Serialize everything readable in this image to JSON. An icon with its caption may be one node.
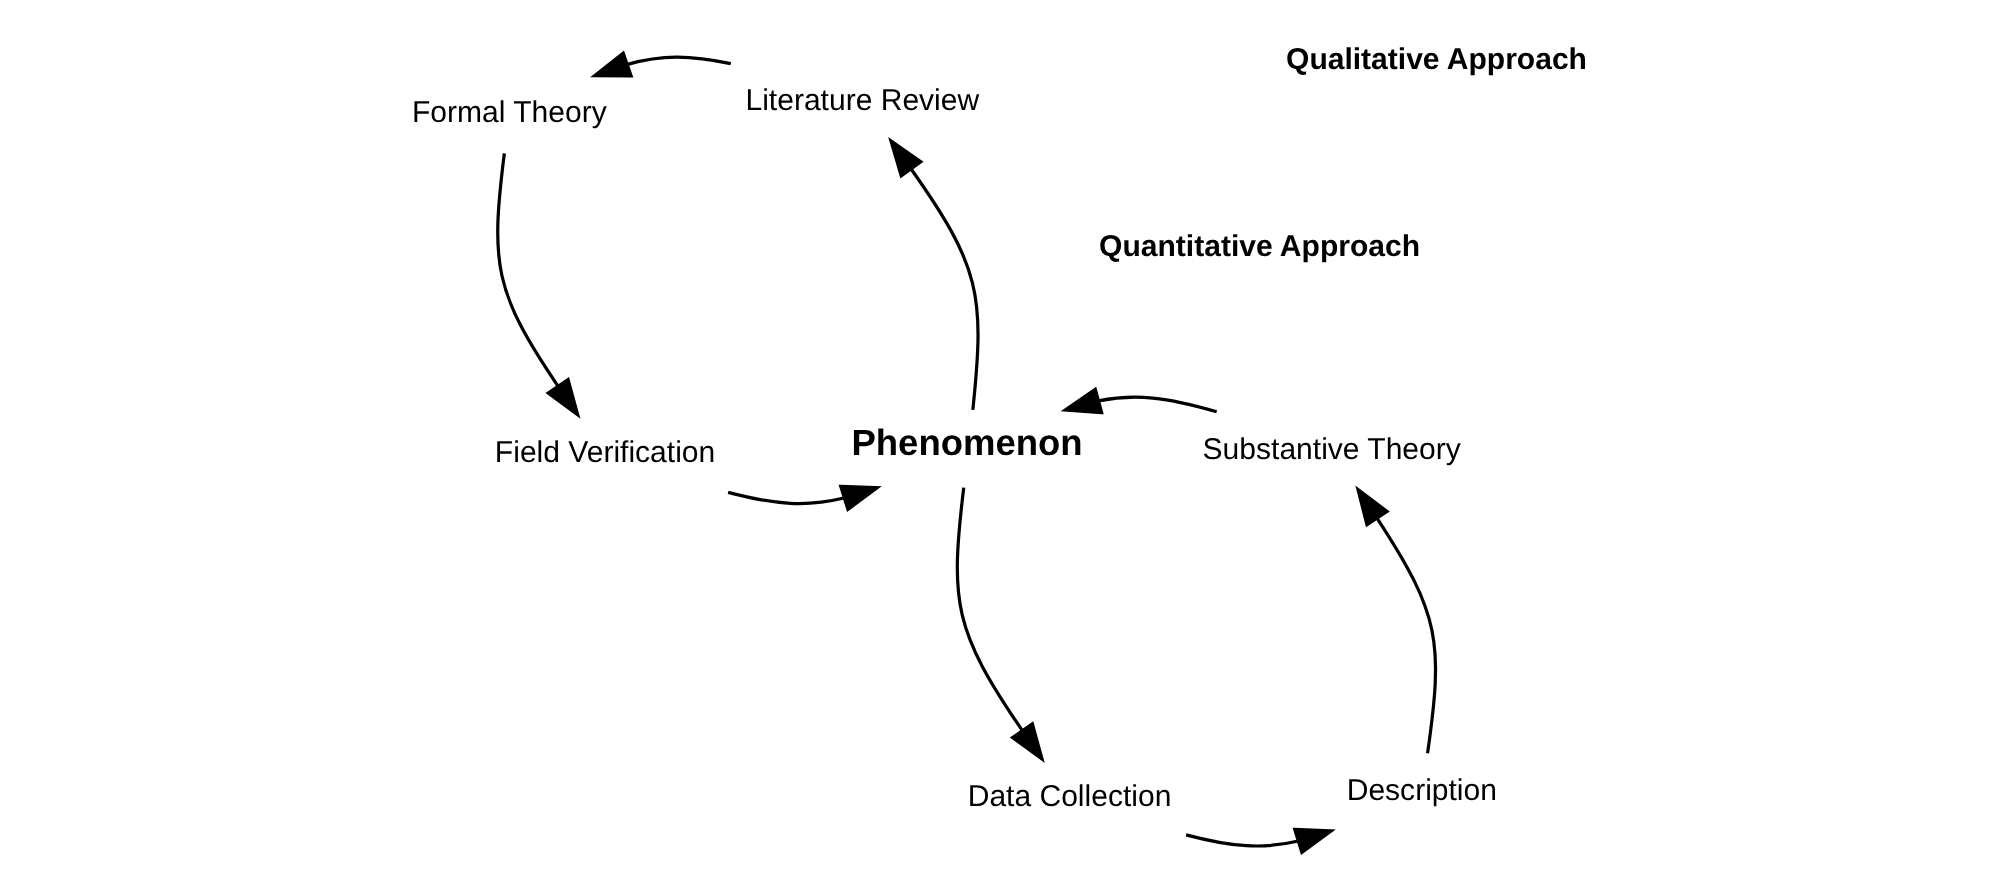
{
  "diagram": {
    "nodes": [
      {
        "text": [
          "Phenomenon"
        ]
      },
      {
        "text": [
          "Data Collection"
        ]
      },
      {
        "text": [
          "Description"
        ]
      },
      {
        "text": [
          "Substantive Theory"
        ]
      },
      {
        "text": [
          "Literature Review"
        ]
      },
      {
        "text": [
          "Formal Theory"
        ]
      },
      {
        "text": [
          "Field Verification"
        ]
      }
    ],
    "edges": [
      {
        "from": 0,
        "to": 1,
        "arrow": "to"
      },
      {
        "from": 1,
        "to": 2,
        "arrow": "to"
      },
      {
        "from": 2,
        "to": 3,
        "arrow": "to"
      },
      {
        "from": 3,
        "to": 0,
        "arrow": "to"
      },
      {
        "from": 0,
        "to": 4,
        "arrow": "to"
      },
      {
        "from": 4,
        "to": 5,
        "arrow": "to"
      },
      {
        "from": 5,
        "to": 6,
        "arrow": "to"
      },
      {
        "from": 6,
        "to": 0,
        "arrow": "to"
      }
    ],
    "labels": [
      "Qualitative Approach",
      "Quantitative Approach"
    ]
  }
}
